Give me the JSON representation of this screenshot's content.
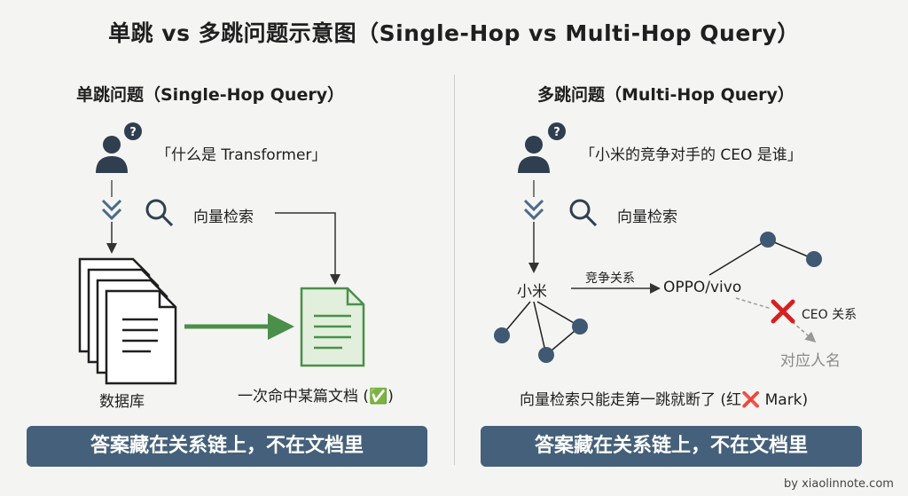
{
  "title": "单跳 vs 多跳问题示意图（Single-Hop vs Multi-Hop Query）",
  "left": {
    "heading": "单跳问题（Single-Hop Query）",
    "query": "「什么是 Transformer」",
    "retrieval_label": "向量检索",
    "database_label": "数据库",
    "hit_label": "一次命中某篇文档 (✅)",
    "banner": "答案藏在关系链上，不在文档里"
  },
  "right": {
    "heading": "多跳问题（Multi-Hop Query）",
    "query": "「小米的竞争对手的 CEO 是谁」",
    "retrieval_label": "向量检索",
    "node_xiaomi": "小米",
    "edge_compete": "竞争关系",
    "node_oppo": "OPPO/vivo",
    "edge_ceo": "CEO 关系",
    "node_person": "对应人名",
    "broken_label": "向量检索只能走第一跳就断了 (红❌ Mark)",
    "banner": "答案藏在关系链上，不在文档里"
  },
  "credit": "by xiaolinnote.com",
  "colors": {
    "node": "#3f5873",
    "user": "#2f3f50",
    "green_arrow": "#4a8f4a",
    "doc_green": "#e2efdc",
    "banner": "#45607a",
    "red_x": "#d62020"
  }
}
